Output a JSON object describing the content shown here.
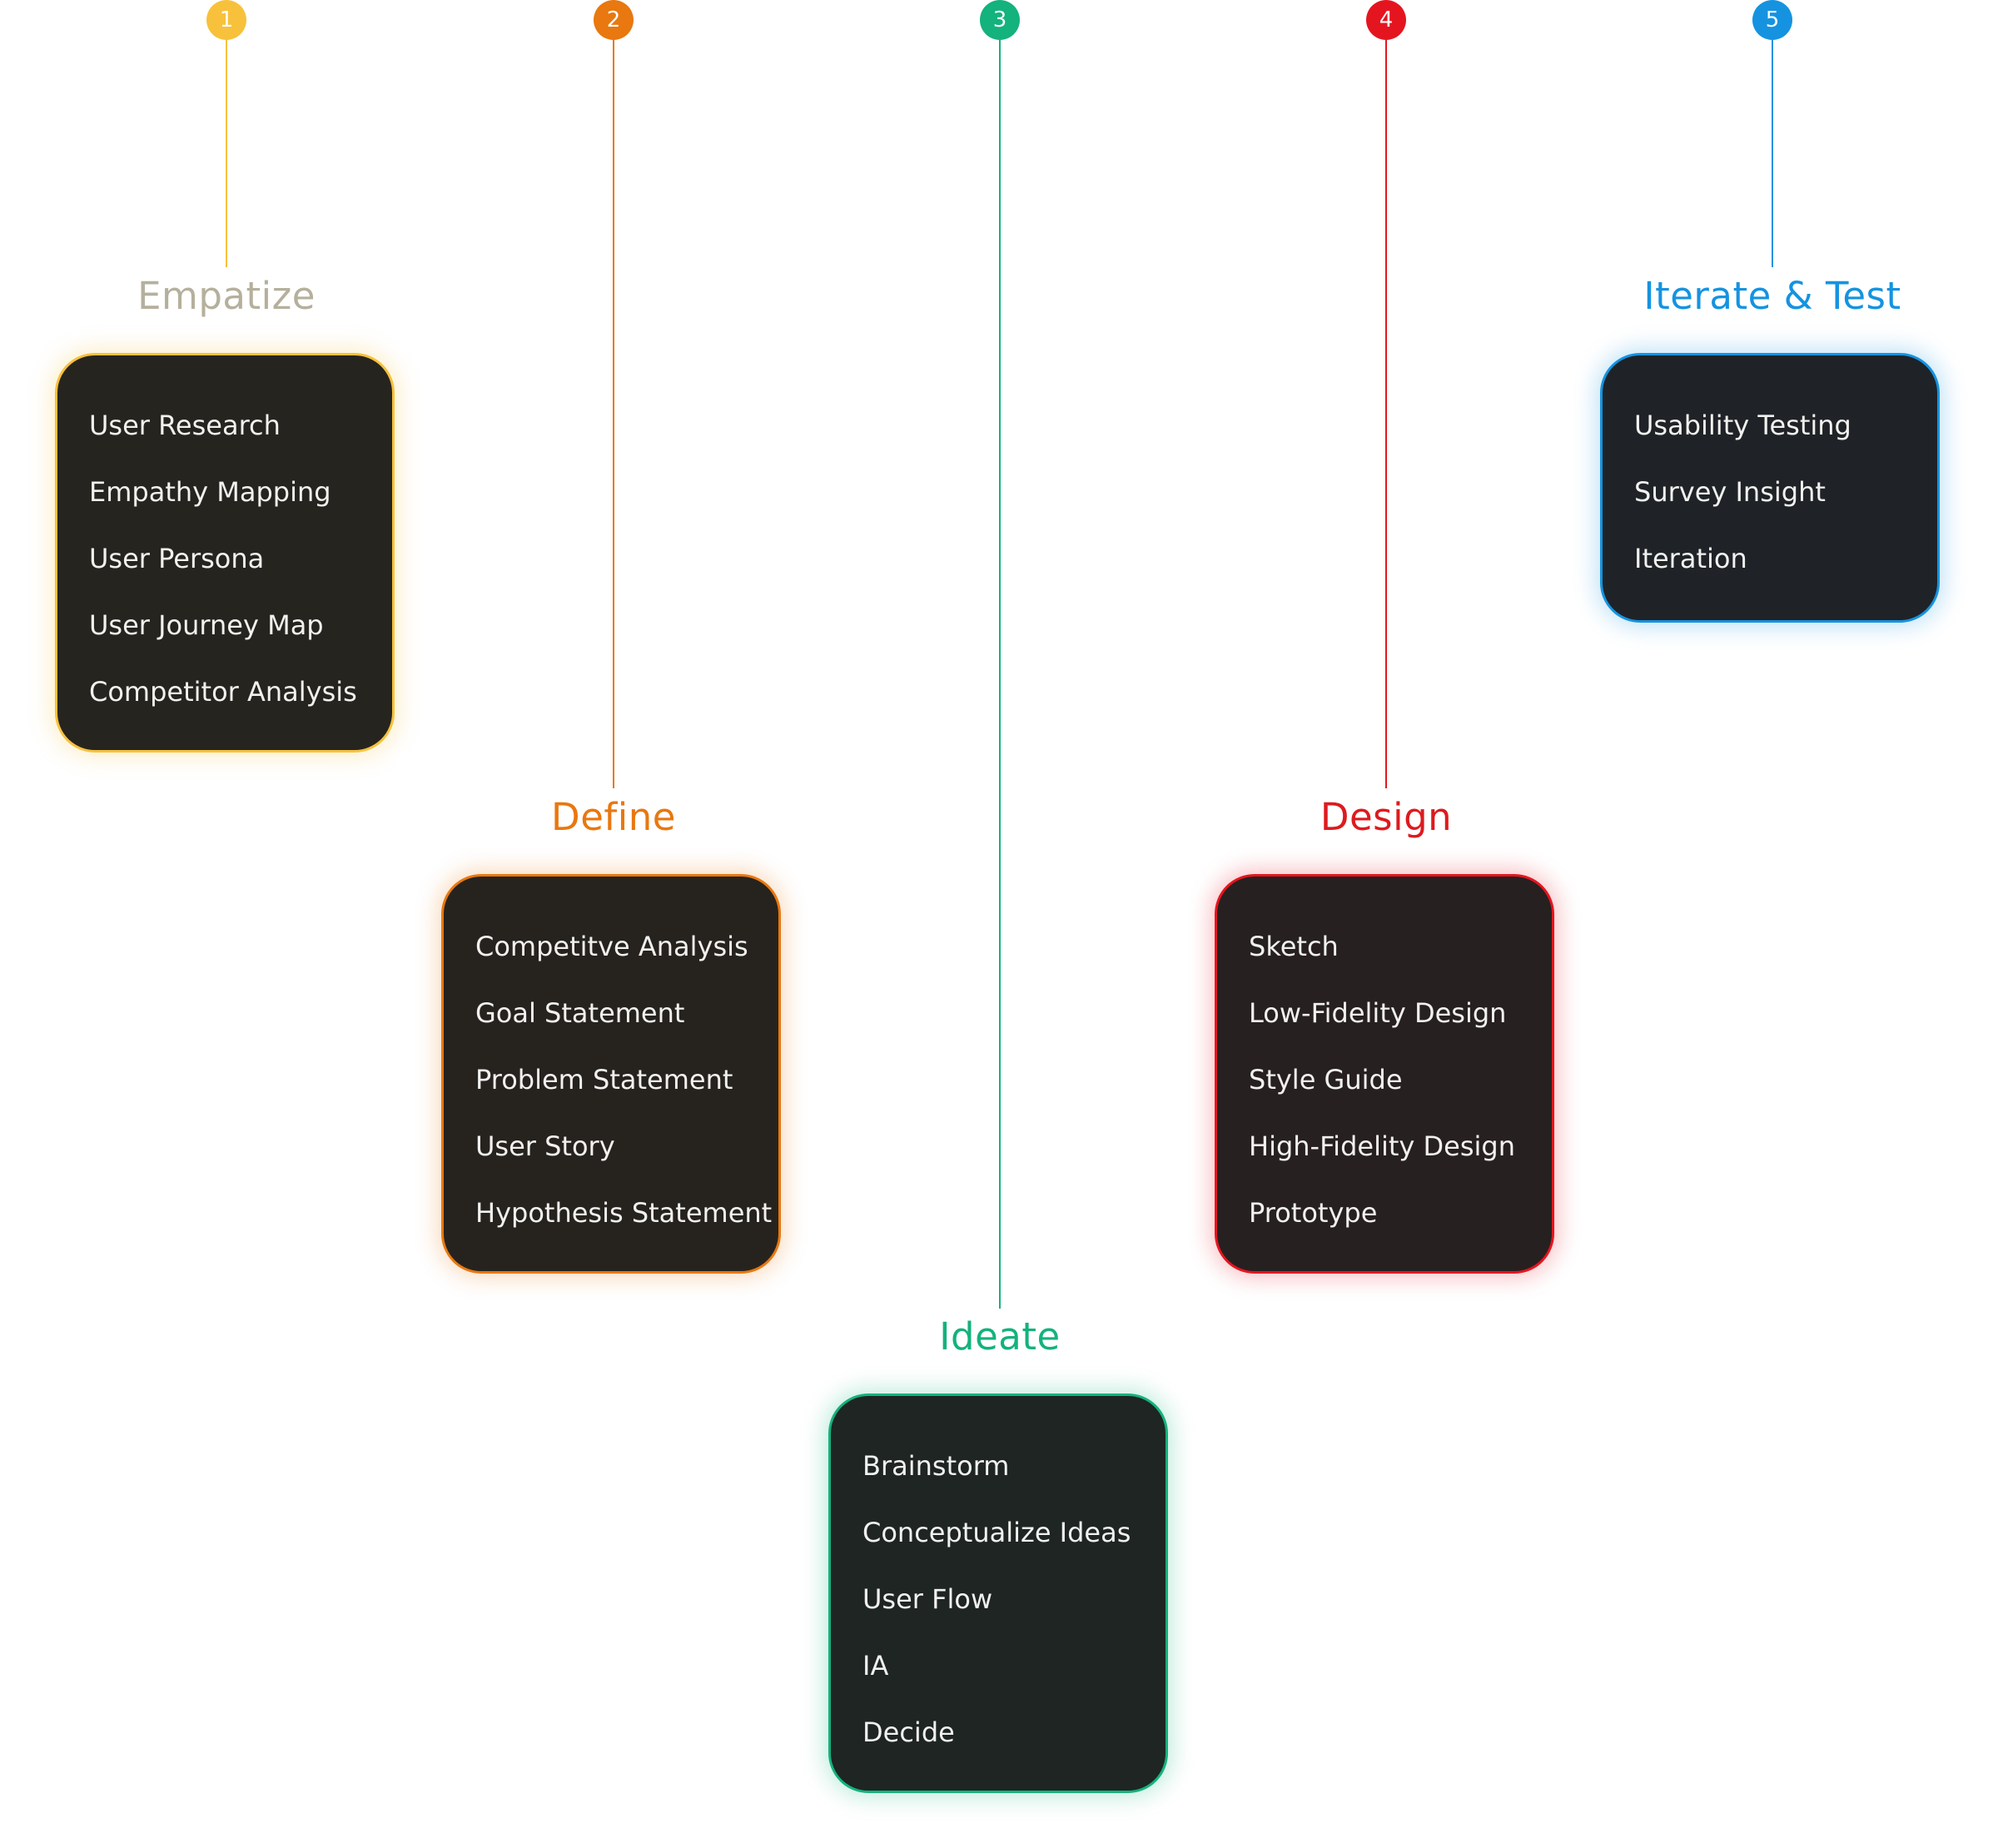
{
  "steps": [
    {
      "number": "1",
      "title": "Empatize",
      "color": "#f7c13b",
      "title_color": "#b5b09c",
      "card_bg": "#26241f",
      "items": [
        "User Research",
        "Empathy Mapping",
        "User Persona",
        "User Journey Map",
        "Competitor Analysis"
      ]
    },
    {
      "number": "2",
      "title": "Define",
      "color": "#e8780f",
      "title_color": "#e8780f",
      "card_bg": "#26231f",
      "items": [
        "Competitve Analysis",
        "Goal Statement",
        "Problem Statement",
        "User Story",
        "Hypothesis Statement"
      ]
    },
    {
      "number": "3",
      "title": "Ideate",
      "color": "#14b27d",
      "title_color": "#14b27d",
      "card_bg": "#1e2523",
      "items": [
        "Brainstorm",
        "Conceptualize Ideas",
        "User Flow",
        "IA",
        "Decide"
      ]
    },
    {
      "number": "4",
      "title": "Design",
      "color": "#e5151f",
      "title_color": "#dc1b1f",
      "card_bg": "#272020",
      "items": [
        "Sketch",
        "Low-Fidelity Design",
        "Style Guide",
        "High-Fidelity Design",
        "Prototype"
      ]
    },
    {
      "number": "5",
      "title": "Iterate & Test",
      "color": "#1593e0",
      "title_color": "#1593e0",
      "card_bg": "#1f2327",
      "items": [
        "Usability Testing",
        "Survey Insight",
        "Iteration"
      ]
    }
  ]
}
